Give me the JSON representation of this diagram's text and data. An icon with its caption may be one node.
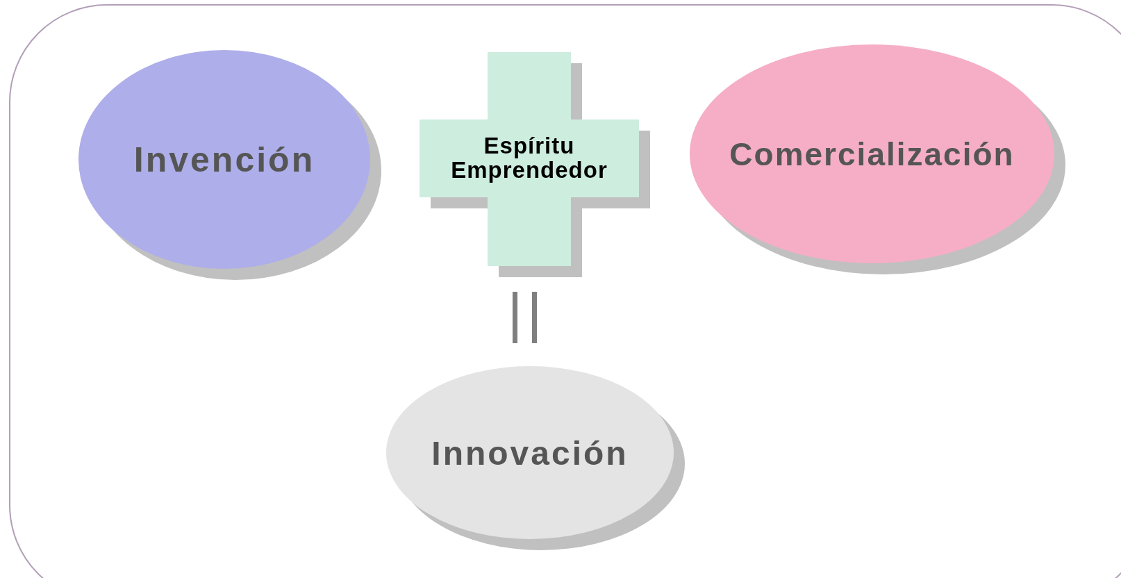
{
  "diagram": {
    "nodes": [
      {
        "text": [
          "Invención"
        ]
      },
      {
        "text": [
          "Espíritu Emprendedor"
        ]
      },
      {
        "text": [
          "Comercialización"
        ]
      },
      {
        "text": [
          "Innovación"
        ]
      }
    ]
  }
}
